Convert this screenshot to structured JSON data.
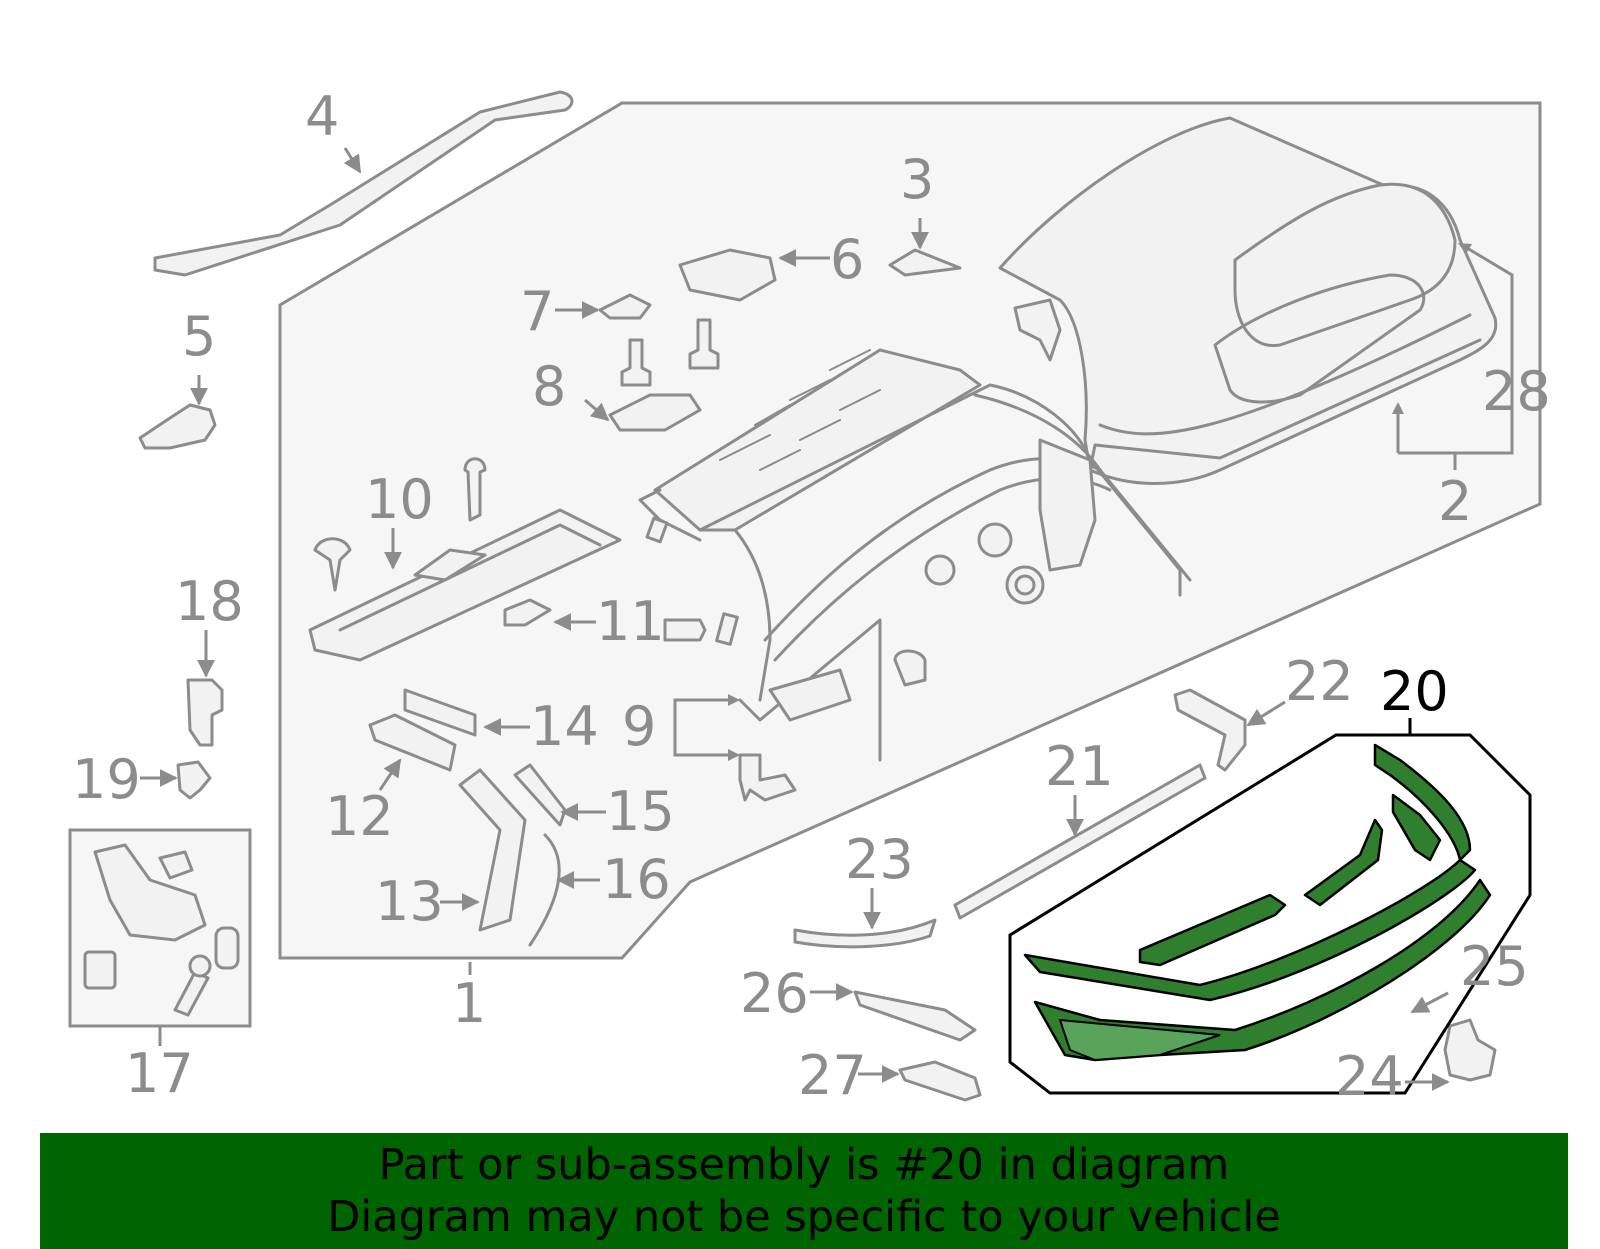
{
  "diagram": {
    "callouts": [
      "1",
      "2",
      "3",
      "4",
      "5",
      "6",
      "7",
      "8",
      "9",
      "10",
      "11",
      "12",
      "13",
      "14",
      "15",
      "16",
      "17",
      "18",
      "19",
      "20",
      "21",
      "22",
      "23",
      "24",
      "25",
      "26",
      "27",
      "28"
    ],
    "highlighted_callout": "20",
    "highlight_color": "#2f7f2f",
    "line_color": "#8c8c8c"
  },
  "banner": {
    "line1": "Part or sub-assembly is #20 in diagram",
    "line2": "Diagram may not be specific to your vehicle",
    "background": "#006400"
  }
}
